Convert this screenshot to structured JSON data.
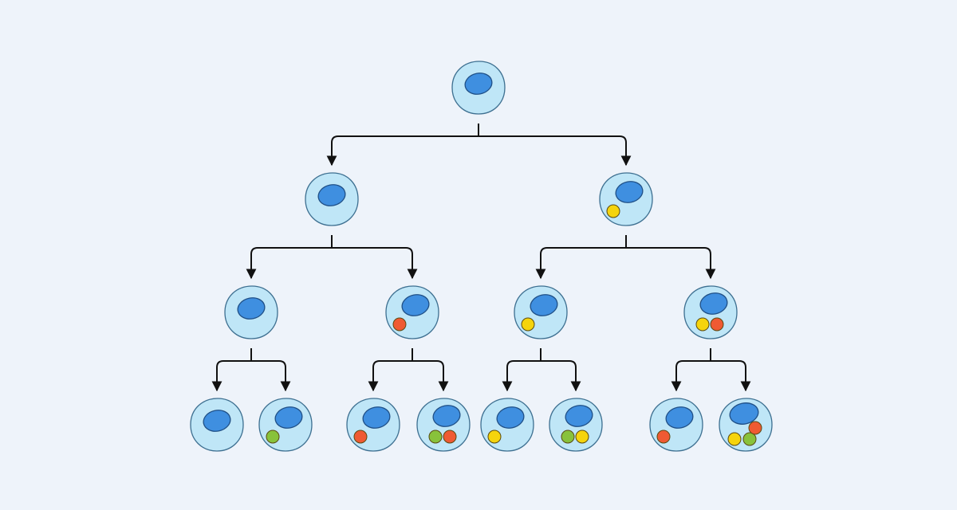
{
  "colors": {
    "background": "#eef3fa",
    "cytoplasm_fill": "#bfe6f7",
    "cytoplasm_stroke": "#3d6f90",
    "nucleus_fill": "#3f8fe0",
    "nucleus_stroke": "#1f4f86",
    "connector": "#111111",
    "marker_yellow": "#f5d40d",
    "marker_red": "#ef5a33",
    "marker_green": "#88c23b",
    "marker_stroke": "#5a4a12"
  },
  "tree": {
    "markers": [],
    "children": [
      {
        "markers": [],
        "children": [
          {
            "markers": [],
            "children": [
              {
                "markers": [],
                "children": []
              },
              {
                "markers": [
                  "green"
                ],
                "children": []
              }
            ]
          },
          {
            "markers": [
              "red"
            ],
            "children": [
              {
                "markers": [
                  "red"
                ],
                "children": []
              },
              {
                "markers": [
                  "green",
                  "red"
                ],
                "children": []
              }
            ]
          }
        ]
      },
      {
        "markers": [
          "yellow"
        ],
        "children": [
          {
            "markers": [
              "yellow"
            ],
            "children": [
              {
                "markers": [
                  "yellow"
                ],
                "children": []
              },
              {
                "markers": [
                  "green",
                  "yellow"
                ],
                "children": []
              }
            ]
          },
          {
            "markers": [
              "yellow",
              "red"
            ],
            "children": [
              {
                "markers": [
                  "red"
                ],
                "children": []
              },
              {
                "markers": [
                  "yellow",
                  "green",
                  "red"
                ],
                "children": []
              }
            ]
          }
        ]
      }
    ]
  }
}
